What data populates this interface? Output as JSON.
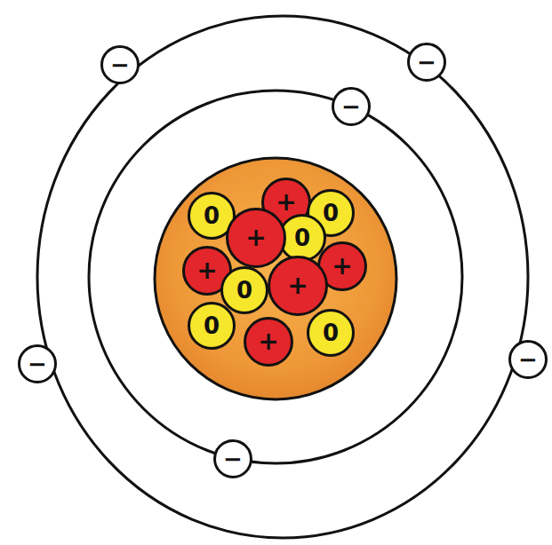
{
  "diagram": {
    "nodes": [
      {
        "text": [
          "−"
        ]
      },
      {
        "text": [
          "−"
        ]
      },
      {
        "text": [
          "−"
        ]
      },
      {
        "text": [
          "0"
        ]
      },
      {
        "text": [
          "+"
        ]
      },
      {
        "text": [
          "0"
        ]
      },
      {
        "text": [
          "+"
        ]
      },
      {
        "text": [
          "0"
        ]
      },
      {
        "text": [
          "+"
        ]
      },
      {
        "text": [
          "+"
        ]
      },
      {
        "text": [
          "0"
        ]
      },
      {
        "text": [
          "+"
        ]
      },
      {
        "text": [
          "0"
        ]
      },
      {
        "text": [
          "+"
        ]
      },
      {
        "text": [
          "0"
        ]
      },
      {
        "text": [
          "−"
        ]
      },
      {
        "text": [
          "−"
        ]
      },
      {
        "text": [
          "−"
        ]
      }
    ]
  }
}
